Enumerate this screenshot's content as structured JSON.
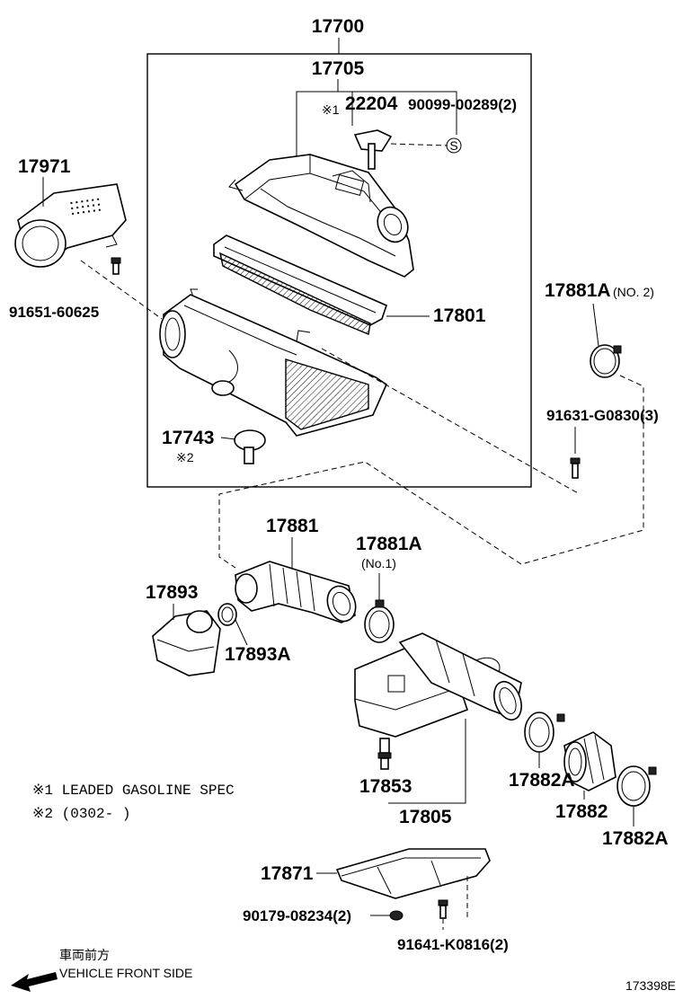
{
  "parts": {
    "p17700": "17700",
    "p17705": "17705",
    "p22204": "22204",
    "p90099": "90099-00289(2)",
    "p17971": "17971",
    "p91651": "91651-60625",
    "p17801": "17801",
    "p17881a_no2": "17881A",
    "p17881a_no2_note": "(NO. 2)",
    "p91631": "91631-G0830(3)",
    "p17743": "17743",
    "p17881": "17881",
    "p17881a_no1": "17881A",
    "p17881a_no1_note": "(No.1)",
    "p17893": "17893",
    "p17893a": "17893A",
    "p17853": "17853",
    "p17805": "17805",
    "p17882a_1": "17882A",
    "p17882": "17882",
    "p17882a_2": "17882A",
    "p17871": "17871",
    "p90179": "90179-08234(2)",
    "p91641": "91641-K0816(2)"
  },
  "markers": {
    "m1": "※1",
    "m2": "※2",
    "screw_symbol": "S"
  },
  "notes": {
    "note1": "※1 LEADED GASOLINE SPEC",
    "note2": "※2 (0302-      )"
  },
  "footer": {
    "front_jp": "車両前方",
    "front_en": "VEHICLE FRONT SIDE",
    "drawing_id": "173398E"
  }
}
